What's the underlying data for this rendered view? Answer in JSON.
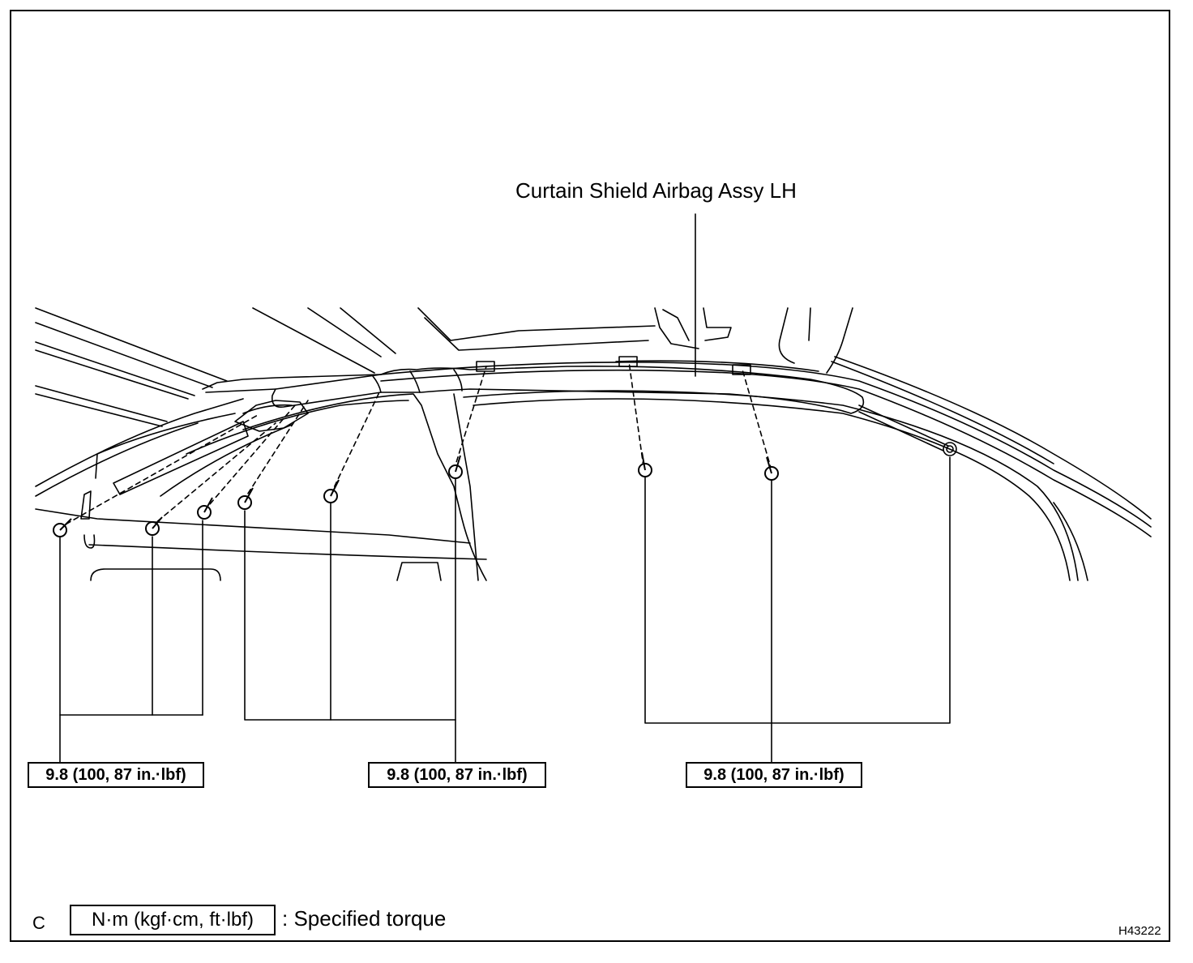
{
  "part_label": "Curtain Shield Airbag Assy LH",
  "torque_values": [
    "9.8 (100, 87 in.·lbf)",
    "9.8 (100, 87 in.·lbf)",
    "9.8 (100, 87 in.·lbf)"
  ],
  "legend": {
    "letter": "C",
    "unit_box": "N·m (kgf·cm, ft·lbf)",
    "description": ": Specified torque"
  },
  "figure_code": "H43222",
  "colors": {
    "line": "#000000",
    "background": "#ffffff"
  }
}
